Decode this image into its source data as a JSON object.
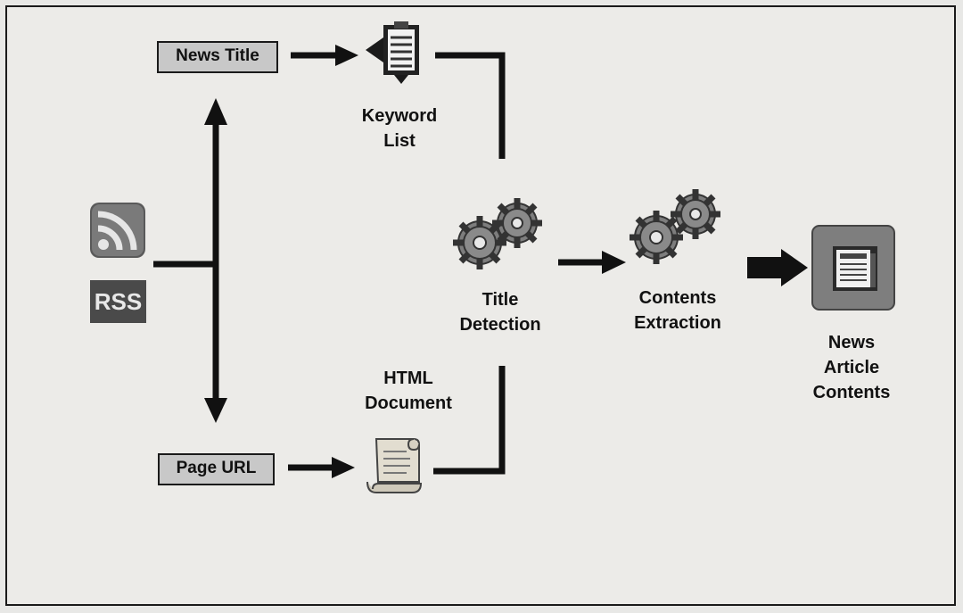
{
  "nodes": {
    "news_title": "News Title",
    "page_url": "Page URL",
    "keyword_list_line1": "Keyword",
    "keyword_list_line2": "List",
    "html_document_line1": "HTML",
    "html_document_line2": "Document",
    "title_detection_line1": "Title",
    "title_detection_line2": "Detection",
    "contents_extraction_line1": "Contents",
    "contents_extraction_line2": "Extraction",
    "news_article_line1": "News",
    "news_article_line2": "Article",
    "news_article_line3": "Contents",
    "rss_label": "RSS"
  }
}
